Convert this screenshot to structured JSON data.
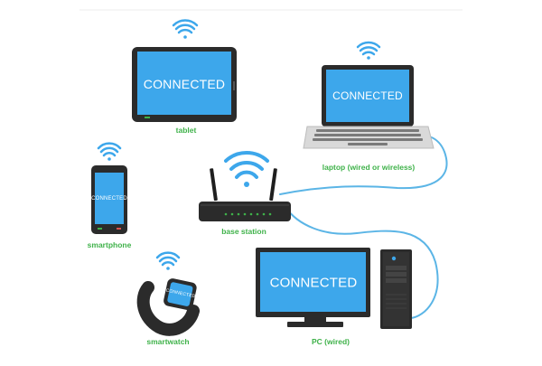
{
  "screen_text": "CONNECTED",
  "devices": {
    "tablet": {
      "label": "tablet"
    },
    "laptop": {
      "label": "laptop (wired or wireless)"
    },
    "smartphone": {
      "label": "smartphone"
    },
    "base_station": {
      "label": "base station"
    },
    "smartwatch": {
      "label": "smartwatch"
    },
    "pc": {
      "label": "PC (wired)"
    }
  },
  "colors": {
    "screen": "#3da7eb",
    "device_body": "#2b2b2b",
    "label": "#3fb24a",
    "cable": "#5bb5e6",
    "wifi": "#3da7eb"
  },
  "icons": [
    "wifi-icon",
    "router-icon",
    "cable-icon"
  ]
}
